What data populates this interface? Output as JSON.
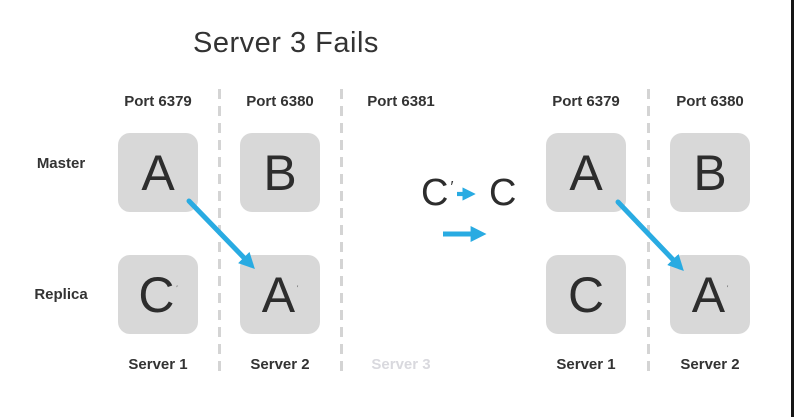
{
  "title": "Server 3 Fails",
  "row_labels": {
    "master": "Master",
    "replica": "Replica"
  },
  "left_diagram": {
    "columns": [
      {
        "port": "Port 6379",
        "server": "Server 1"
      },
      {
        "port": "Port 6380",
        "server": "Server 2"
      },
      {
        "port": "Port 6381",
        "server": "Server 3"
      }
    ],
    "boxes": {
      "master_1": {
        "letter": "A"
      },
      "master_2": {
        "letter": "B"
      },
      "replica_1": {
        "letter": "C",
        "prime": "′"
      },
      "replica_2": {
        "letter": "A",
        "prime": "′"
      }
    }
  },
  "transition": {
    "from": {
      "letter": "C",
      "prime": "′"
    },
    "to": {
      "letter": "C"
    }
  },
  "right_diagram": {
    "columns": [
      {
        "port": "Port 6379",
        "server": "Server 1"
      },
      {
        "port": "Port 6380",
        "server": "Server 2"
      }
    ],
    "boxes": {
      "master_1": {
        "letter": "A"
      },
      "master_2": {
        "letter": "B"
      },
      "replica_1": {
        "letter": "C"
      },
      "replica_2": {
        "letter": "A",
        "prime": "′"
      }
    }
  },
  "colors": {
    "arrow_blue": "#29abe2",
    "box_fill": "#d8d8d8",
    "divider_gray": "#d4d4d4",
    "faded_label": "#d9d9de",
    "text_dark": "#333333"
  }
}
